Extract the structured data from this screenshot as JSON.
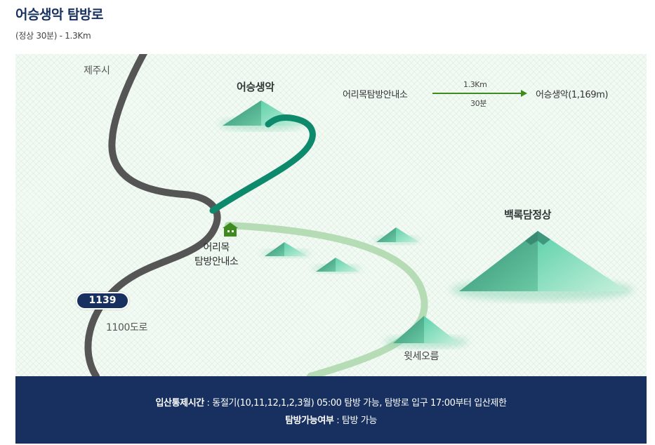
{
  "header": {
    "title": "어승생악 탐방로",
    "subtitle": "(정상 30분) - 1.3Km"
  },
  "map": {
    "labels": {
      "city": "제주시",
      "peak_main": "어승생악",
      "peak_summit": "백록담정상",
      "station_line1": "어리목",
      "station_line2": "탐방안내소",
      "road_name": "1100도로",
      "road_number": "1139",
      "oreum": "윗세오름"
    },
    "route_info": {
      "from": "어리목탐방안내소",
      "to": "어승생악(1,169m)",
      "distance": "1.3Km",
      "time": "30분"
    },
    "colors": {
      "road": "#555555",
      "trail_main": "#0d8a6c",
      "trail_other": "#b6dcb6",
      "station_icon": "#3f8c1e",
      "route_arrow": "#3f8c1e",
      "badge": "#17305f"
    },
    "icons": [
      "station-house-icon",
      "route-arrow-icon"
    ]
  },
  "info": {
    "line1_label": "입산통제시간",
    "line1_text": " : 동절기(10,11,12,1,2,3월) 05:00 탐방 가능, 탐방로 입구 17:00부터 입산제한",
    "line2_label": "탐방가능여부",
    "line2_text": " : 탐방 가능",
    "background": "#17305f"
  }
}
